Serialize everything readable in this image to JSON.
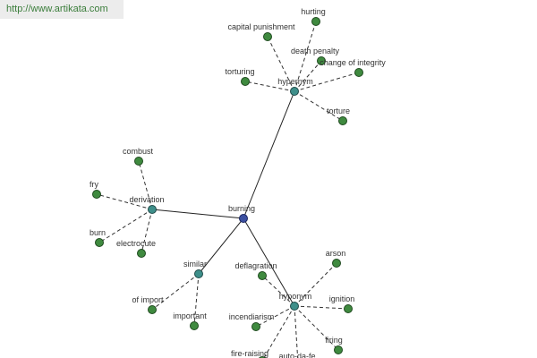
{
  "url_text": "http://www.artikata.com",
  "colors": {
    "leaf": "#3f8a3f",
    "relation": "#3e8f8a",
    "root": "#3b4fa0"
  },
  "graph": {
    "root": "burning",
    "relations": [
      {
        "label": "hypernym",
        "leaves": [
          "hurting",
          "capital punishment",
          "death penalty",
          "change of integrity",
          "torturing",
          "torture"
        ]
      },
      {
        "label": "derivation",
        "leaves": [
          "combust",
          "fry",
          "burn",
          "electrocute"
        ]
      },
      {
        "label": "similar",
        "leaves": [
          "of import",
          "important"
        ]
      },
      {
        "label": "hyponym",
        "leaves": [
          "deflagration",
          "arson",
          "ignition",
          "incendiarism",
          "firing",
          "fire-raising",
          "auto-da-fe"
        ]
      }
    ]
  }
}
